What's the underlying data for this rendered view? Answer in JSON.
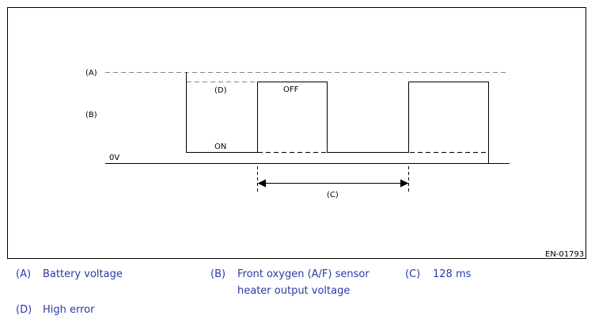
{
  "diagram": {
    "labels": {
      "a": "(A)",
      "b": "(B)",
      "zero": "0V",
      "d": "(D)",
      "off": "OFF",
      "on": "ON",
      "c": "(C)",
      "code": "EN-01793"
    }
  },
  "legend": {
    "a_key": "(A)",
    "a_text": "Battery voltage",
    "b_key": "(B)",
    "b_text_1": "Front oxygen (A/F) sensor",
    "b_text_2": "heater output voltage",
    "c_key": "(C)",
    "c_text": "128 ms",
    "d_key": "(D)",
    "d_text": "High error"
  },
  "colors": {
    "legend_text": "#2a3aa8",
    "line": "#000000",
    "dashed": "#888888"
  }
}
